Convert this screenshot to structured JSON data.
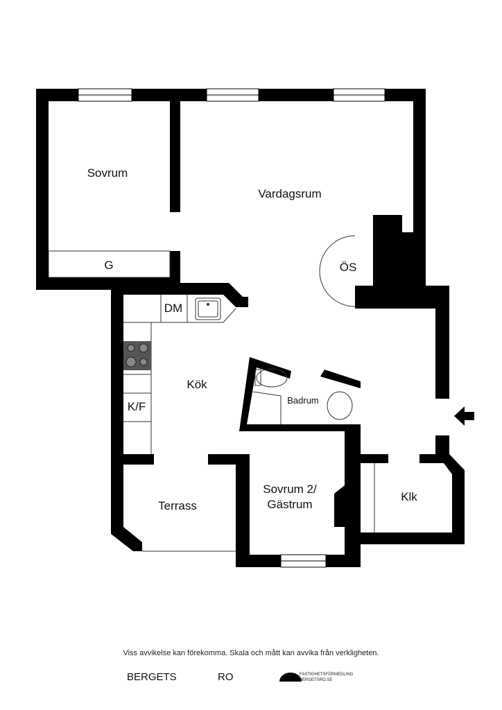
{
  "rooms": {
    "sovrum": "Sovrum",
    "vardagsrum": "Vardagsrum",
    "garderob": "G",
    "oppen_spis": "ÖS",
    "diskmaskin": "DM",
    "kok": "Kök",
    "kyl_frys": "K/F",
    "badrum": "Badrum",
    "terrass": "Terrass",
    "sovrum2": "Sovrum 2/\nGästrum",
    "klk": "Klk"
  },
  "footer": {
    "disclaimer": "Viss avvikelse kan förekomma. Skala och mått kan avvika från verkligheten.",
    "brand_left": "BERGETS",
    "brand_right": "RO",
    "tagline1": "FASTIGHETSFÖRMEDLING",
    "tagline2": "BERGETSRO.SE"
  },
  "colors": {
    "wall": "#000000",
    "stove": "#555555"
  },
  "icons": [
    "entrance-arrow-icon",
    "sink-icon",
    "stove-icon",
    "toilet-icon",
    "washbasin-icon",
    "logo-icon"
  ]
}
